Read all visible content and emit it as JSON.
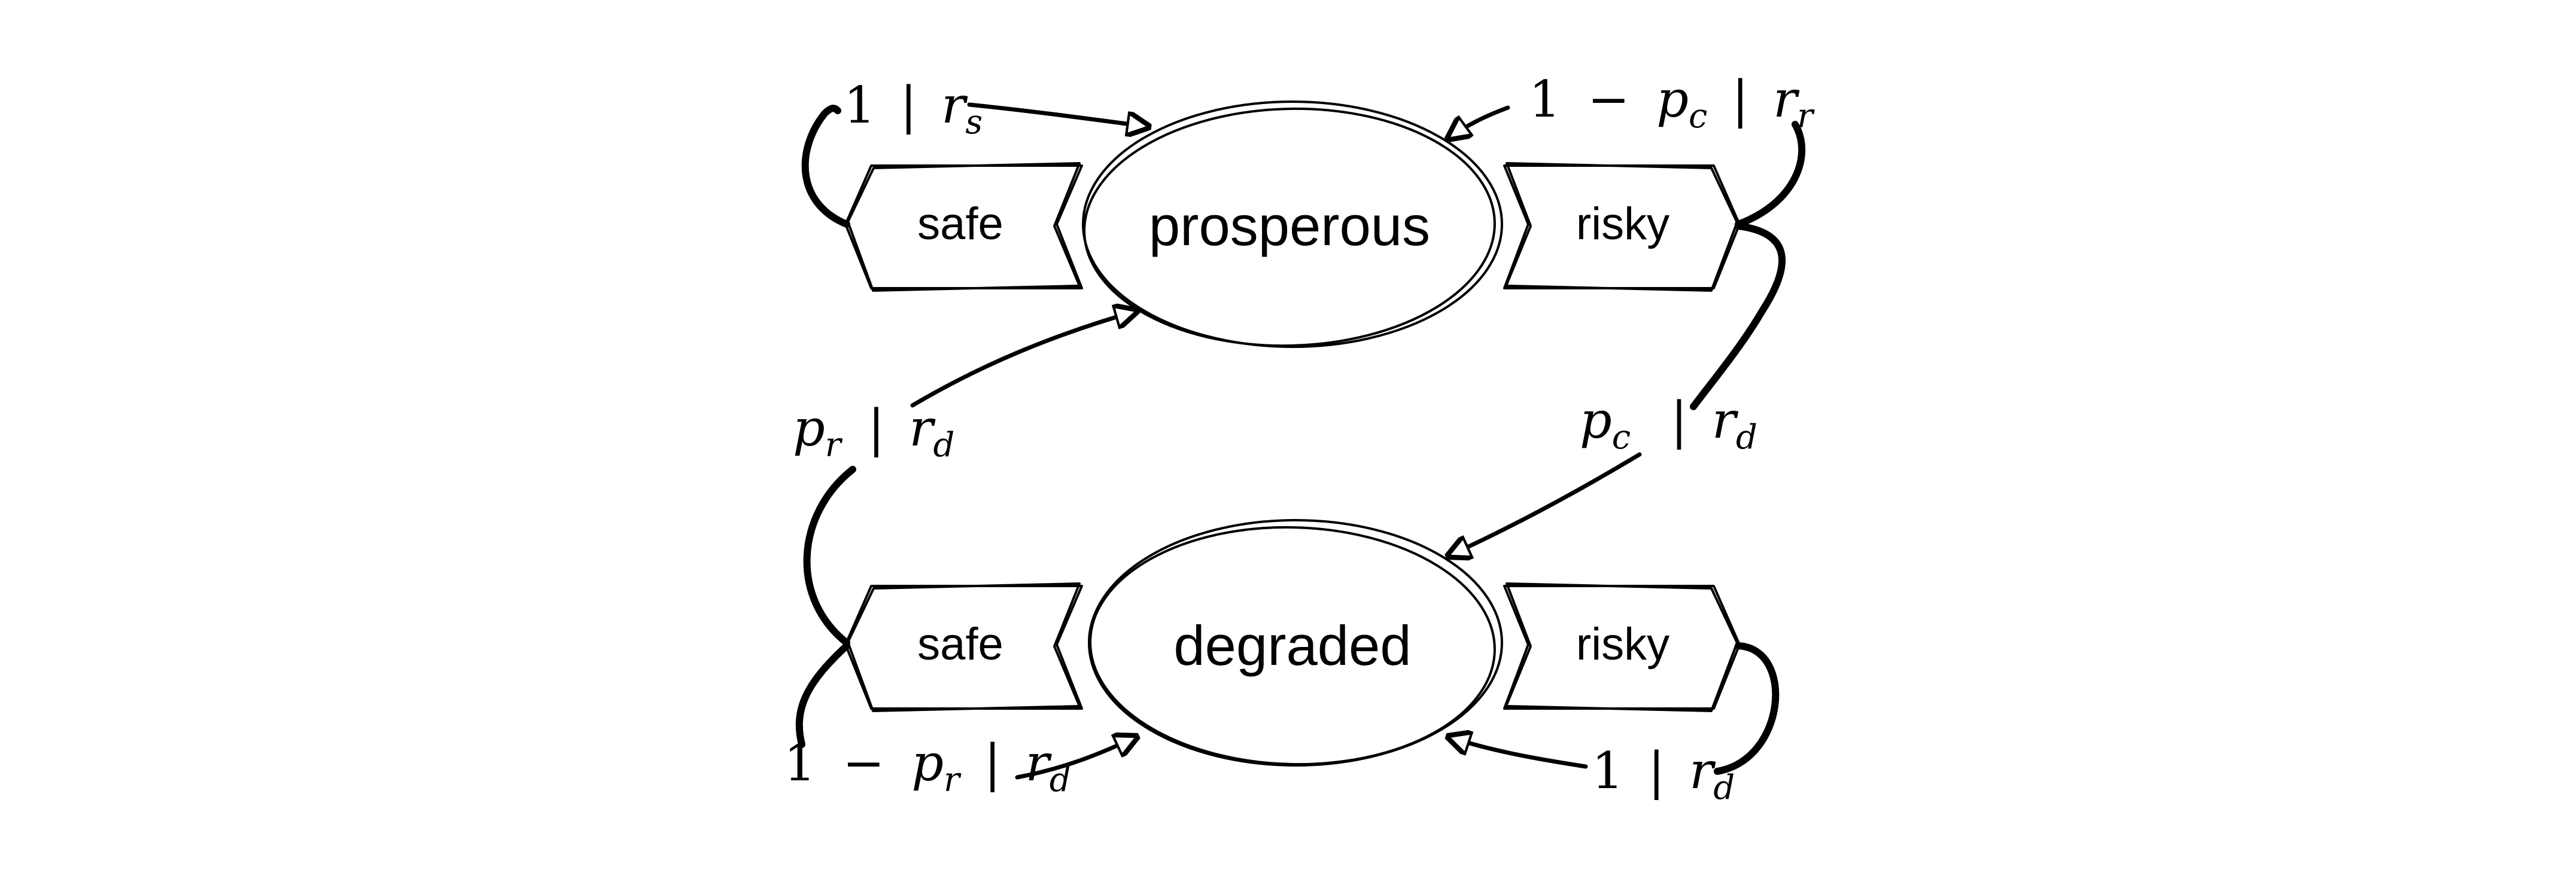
{
  "states": {
    "prosperous": "prosperous",
    "degraded": "degraded"
  },
  "actions": {
    "prosperous_safe": "safe",
    "prosperous_risky": "risky",
    "degraded_safe": "safe",
    "degraded_risky": "risky"
  },
  "transitions": {
    "prosperous_safe": {
      "prob": "1",
      "sep": "|",
      "reward": "r",
      "reward_sub": "s"
    },
    "prosperous_risky_stay": {
      "prob_one": "1",
      "minus": "−",
      "prob": "p",
      "prob_sub": "c",
      "sep": "|",
      "reward": "r",
      "reward_sub": "r"
    },
    "prosperous_risky_collapse": {
      "prob": "p",
      "prob_sub": "c",
      "sep": "|",
      "reward": "r",
      "reward_sub": "d"
    },
    "degraded_safe_recover": {
      "prob": "p",
      "prob_sub": "r",
      "sep": "|",
      "reward": "r",
      "reward_sub": "d"
    },
    "degraded_safe_stay": {
      "prob_one": "1",
      "minus": "−",
      "prob": "p",
      "prob_sub": "r",
      "sep": "|",
      "reward": "r",
      "reward_sub": "d"
    },
    "degraded_risky": {
      "prob": "1",
      "sep": "|",
      "reward": "r",
      "reward_sub": "d"
    }
  }
}
